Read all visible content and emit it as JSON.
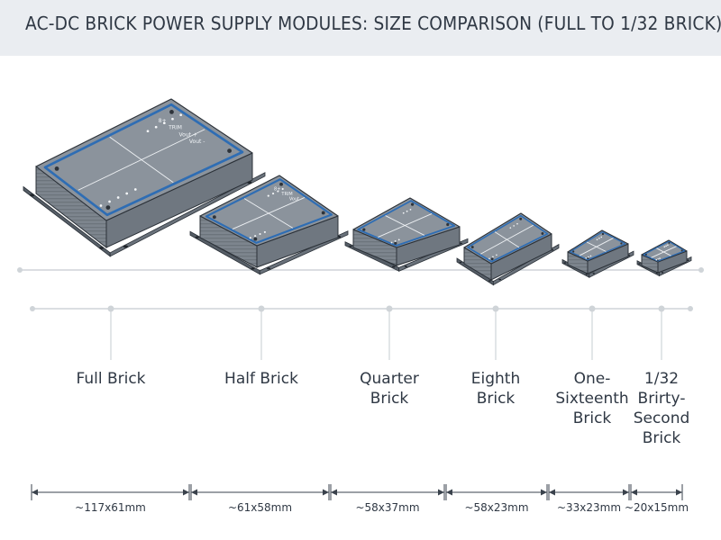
{
  "title": "AC-DC BRICK POWER SUPPLY MODULES: SIZE COMPARISON (FULL TO 1/32 BRICK)",
  "colors": {
    "header_bg": "#eaedf1",
    "module_body": "#8b939c",
    "module_dark": "#565e67",
    "accent_blue": "#2e6db4",
    "line_gray": "#cfd4d8",
    "text": "#2f3844"
  },
  "modules": [
    {
      "label_lines": [
        "Full Brick"
      ],
      "dimension": "~117x61mm",
      "pin_labels": [
        "8+",
        "TRIM",
        "Vout +",
        "Vout -"
      ]
    },
    {
      "label_lines": [
        "Half Brick"
      ],
      "dimension": "~61x58mm",
      "pin_labels": [
        "8+",
        "TRIM",
        "Vout -"
      ]
    },
    {
      "label_lines": [
        "Quarter",
        "Brick"
      ],
      "dimension": "~58x37mm",
      "pin_labels": []
    },
    {
      "label_lines": [
        "Eighth",
        "Brick"
      ],
      "dimension": "~58x23mm",
      "pin_labels": []
    },
    {
      "label_lines": [
        "One-",
        "Sixteenth",
        "Brick"
      ],
      "dimension": "~33x23mm",
      "pin_labels": []
    },
    {
      "label_lines": [
        "1/32",
        "Brirty-",
        "Second",
        "Brick"
      ],
      "dimension": "~20x15mm",
      "pin_labels": []
    }
  ]
}
